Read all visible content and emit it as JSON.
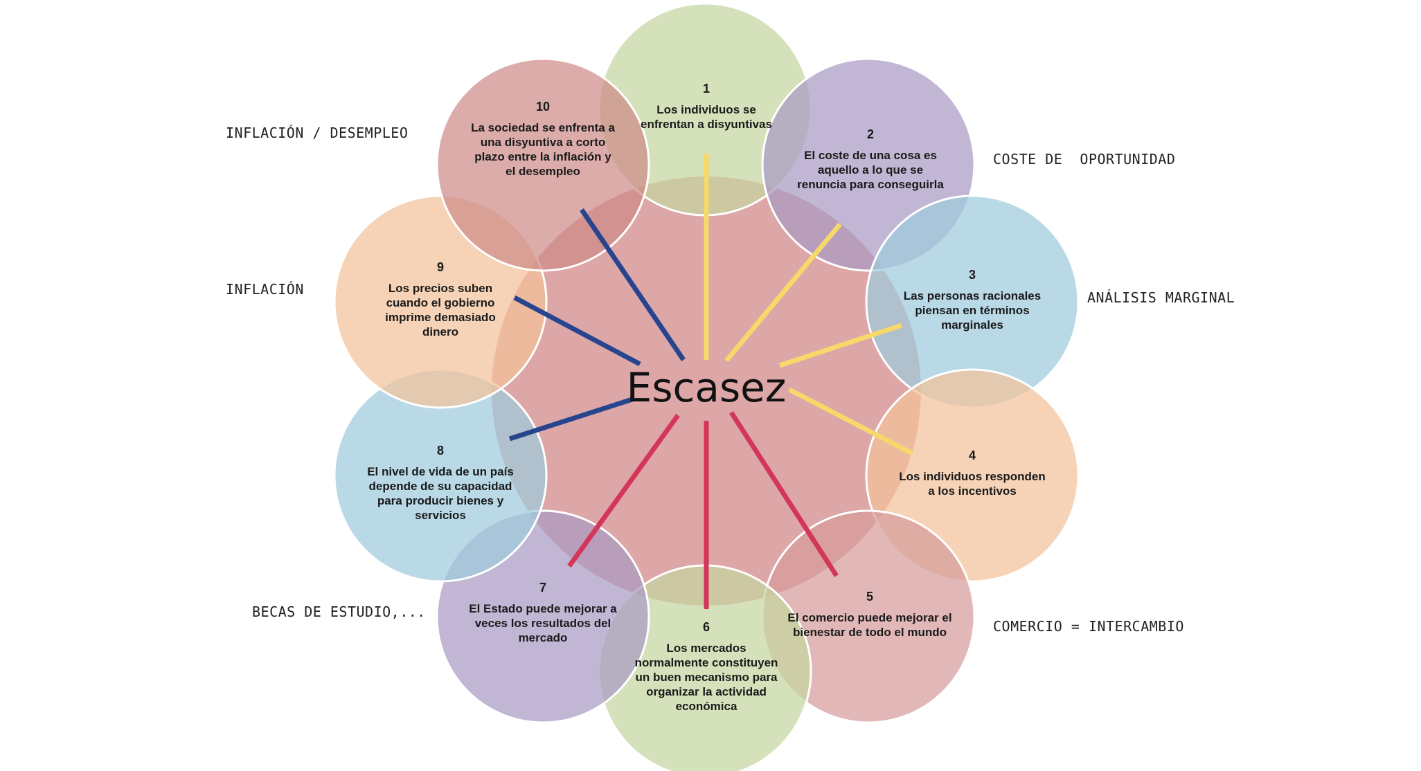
{
  "center": {
    "label": "Escasez"
  },
  "principles": [
    {
      "num": "1",
      "lines": [
        "Los individuos se",
        "enfrentan a disyuntivas"
      ],
      "color": "#c5d6a0",
      "line_color": "#f6d86b"
    },
    {
      "num": "2",
      "lines": [
        "El coste de una cosa es",
        "aquello a lo que se",
        "renuncia para conseguirla"
      ],
      "color": "#a99bc3",
      "line_color": "#f6d86b"
    },
    {
      "num": "3",
      "lines": [
        "Las personas racionales",
        "piensan en términos",
        "marginales"
      ],
      "color": "#9ecbdd",
      "line_color": "#f6d86b"
    },
    {
      "num": "4",
      "lines": [
        "Los individuos responden",
        "a los incentivos"
      ],
      "color": "#f3c29a",
      "line_color": "#f6d86b"
    },
    {
      "num": "5",
      "lines": [
        "El comercio puede mejorar el",
        "bienestar de todo el mundo"
      ],
      "color": "#d69c9b",
      "line_color": "#d4365a"
    },
    {
      "num": "6",
      "lines": [
        "Los mercados",
        "normalmente constituyen",
        "un buen mecanismo para",
        "organizar la actividad",
        "económica"
      ],
      "color": "#c5d6a0",
      "line_color": "#d4365a"
    },
    {
      "num": "7",
      "lines": [
        "El Estado puede mejorar a",
        "veces los resultados del",
        "mercado"
      ],
      "color": "#a99bc3",
      "line_color": "#d4365a"
    },
    {
      "num": "8",
      "lines": [
        "El nivel de vida de un país",
        "depende de su capacidad",
        "para producir bienes y",
        "servicios"
      ],
      "color": "#9ecbdd",
      "line_color": "#27458e"
    },
    {
      "num": "9",
      "lines": [
        "Los precios suben",
        "cuando el gobierno",
        "imprime demasiado",
        "dinero"
      ],
      "color": "#f3c29a",
      "line_color": "#27458e"
    },
    {
      "num": "10",
      "lines": [
        "La sociedad se enfrenta a",
        "una disyuntiva a corto",
        "plazo entre la inflación y",
        "el desempleo"
      ],
      "color": "#cd8c88",
      "line_color": "#27458e"
    }
  ],
  "side_labels": {
    "inflacion_desempleo": "INFLACIÓN / DESEMPLEO",
    "coste_oportunidad": "COSTE DE  OPORTUNIDAD",
    "inflacion": "INFLACIÓN",
    "analisis_marginal": "ANÁLISIS MARGINAL",
    "becas": "BECAS DE ESTUDIO,...",
    "comercio": "COMERCIO = INTERCAMBIO"
  },
  "colors": {
    "center_fill": "#d48d8e",
    "yellow_spoke": "#f6d86b",
    "red_spoke": "#d4365a",
    "blue_spoke": "#27458e"
  }
}
